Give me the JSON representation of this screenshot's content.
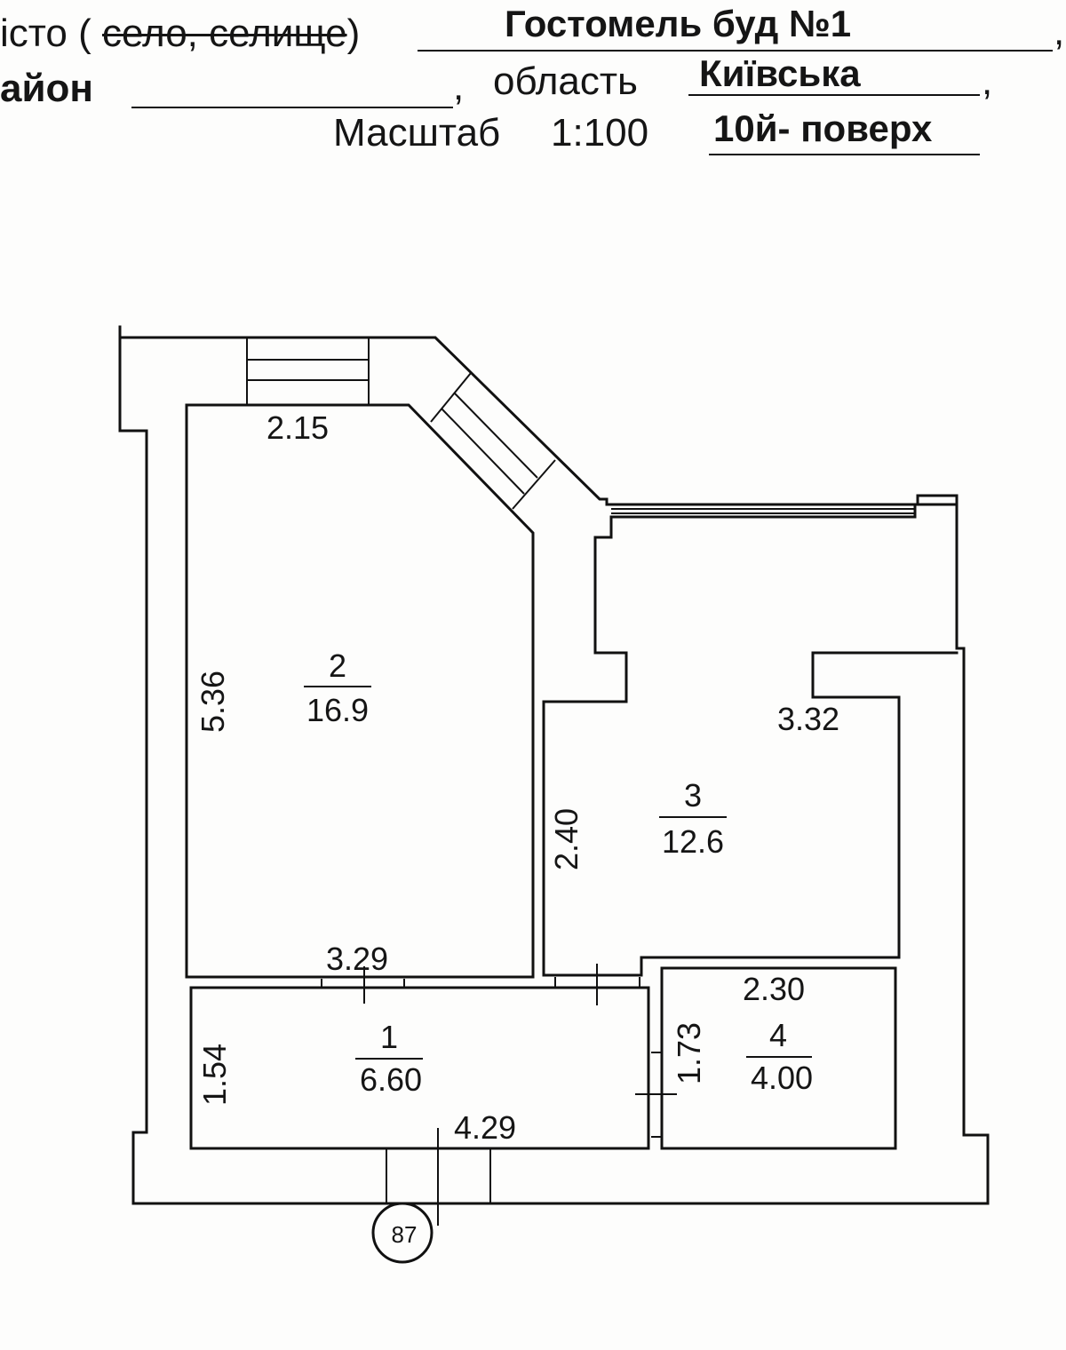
{
  "header": {
    "city_prefix": "істо ( ",
    "city_struck": "село, селище",
    "city_close": ")",
    "city_value": "Гостомель   буд №1",
    "city_end_comma": ",",
    "district_label": "айон",
    "district_comma": ",",
    "region_label": "область",
    "region_value": "Київська",
    "region_comma": ",",
    "scale_label": "Масштаб",
    "scale_value": "1:100",
    "floor_value": "10й- поверх"
  },
  "plan": {
    "rooms": [
      {
        "number": "2",
        "area": "16.9"
      },
      {
        "number": "3",
        "area": "12.6"
      },
      {
        "number": "1",
        "area": "6.60"
      },
      {
        "number": "4",
        "area": "4.00"
      }
    ],
    "dimensions": {
      "d_215": "2.15",
      "d_536": "5.36",
      "d_332": "3.32",
      "d_240": "2.40",
      "d_329": "3.29",
      "d_230": "2.30",
      "d_154": "1.54",
      "d_173": "1.73",
      "d_429": "4.29"
    },
    "entrance_number": "87"
  }
}
